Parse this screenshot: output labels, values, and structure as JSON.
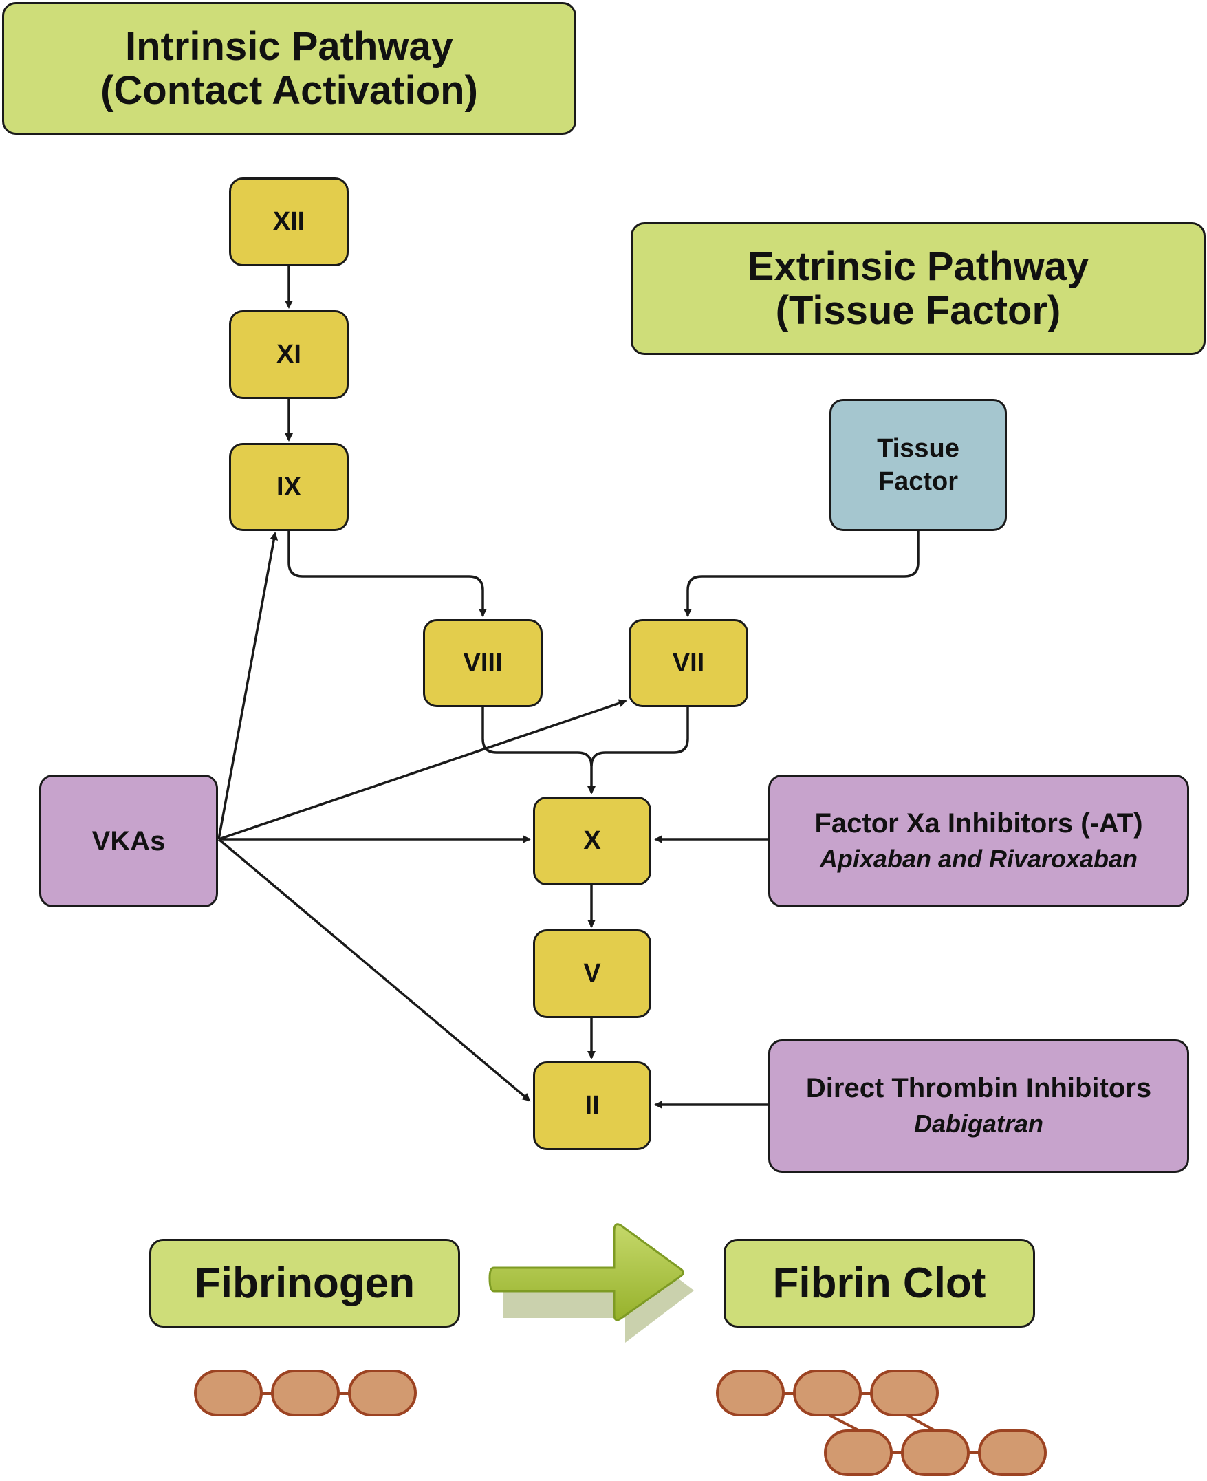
{
  "colors": {
    "pathway_box": "#cedd79",
    "factor_box": "#e3cd4c",
    "tissue_box": "#a5c6cf",
    "drug_box": "#c7a3cc",
    "arrow_green": "#a7c23a",
    "chain_fill": "#d29a70",
    "chain_stroke": "#9c4322",
    "line": "#1a1a1a"
  },
  "intrinsic": {
    "line1": "Intrinsic Pathway",
    "line2": "(Contact Activation)"
  },
  "extrinsic": {
    "line1": "Extrinsic Pathway",
    "line2": "(Tissue Factor)"
  },
  "factors": {
    "xii": "XII",
    "xi": "XI",
    "ix": "IX",
    "viii": "VIII",
    "vii": "VII",
    "x": "X",
    "v": "V",
    "ii": "II"
  },
  "tissue_factor": {
    "line1": "Tissue",
    "line2": "Factor"
  },
  "vkas": "VKAs",
  "xa_inhibitors": {
    "title": "Factor Xa Inhibitors (-AT)",
    "examples": "Apixaban and Rivaroxaban"
  },
  "thrombin_inhibitors": {
    "title": "Direct Thrombin Inhibitors",
    "examples": "Dabigatran"
  },
  "fibrinogen": "Fibrinogen",
  "fibrin_clot": "Fibrin Clot",
  "icons": {
    "conversion_arrow": "green-right-arrow-icon",
    "fibrinogen_chain": "fibrinogen-chain-icon",
    "fibrin_mesh": "fibrin-crosslinked-chain-icon"
  }
}
